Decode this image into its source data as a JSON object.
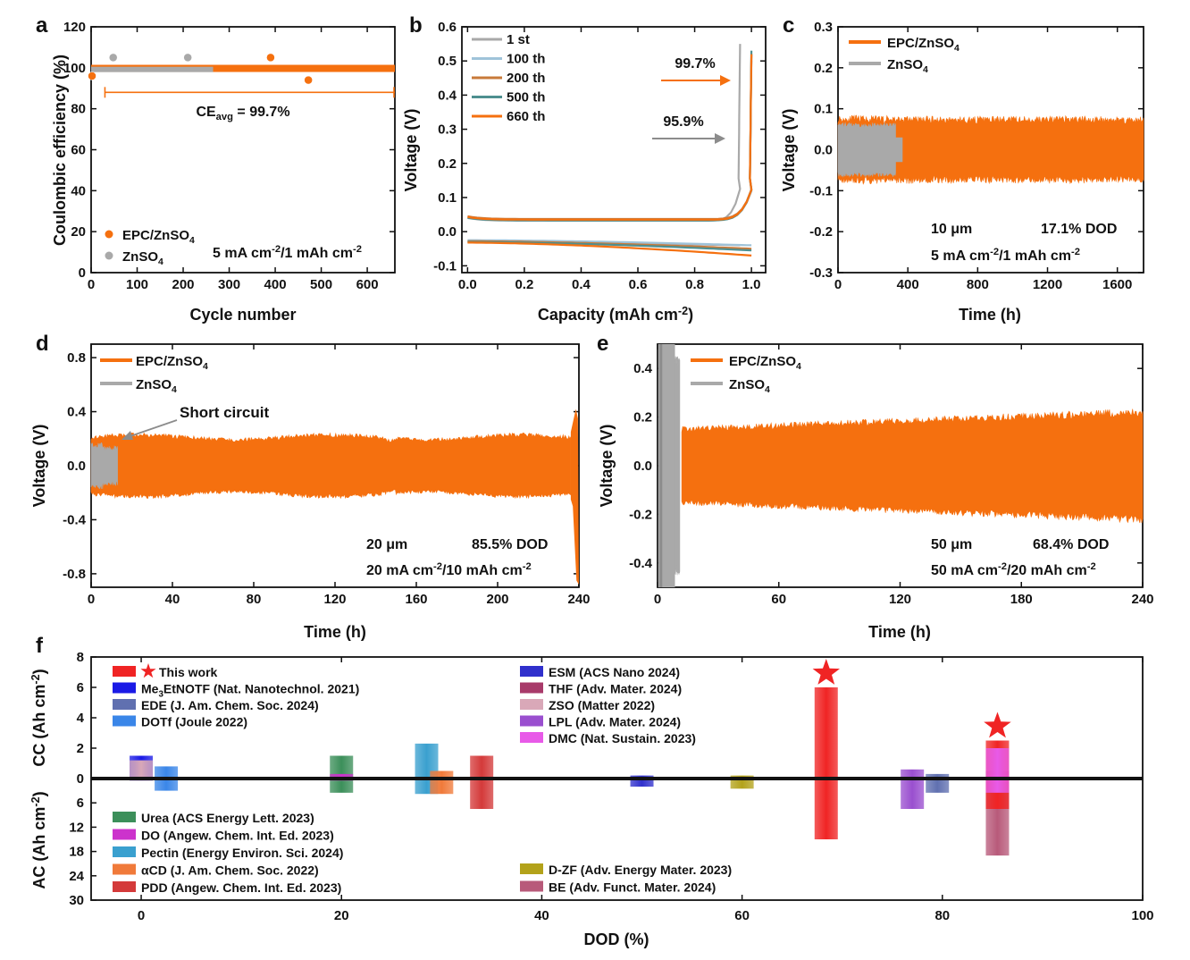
{
  "colors": {
    "orange": "#f5700f",
    "gray": "#a9a9a9",
    "black": "#111111"
  },
  "panel_labels": [
    "a",
    "b",
    "c",
    "d",
    "e",
    "f"
  ],
  "chart_data": [
    {
      "panel": "a",
      "type": "scatter",
      "xlabel": "Cycle number",
      "ylabel": "Coulombic efficiency (%)",
      "xlim": [
        0,
        660
      ],
      "ylim": [
        0,
        120
      ],
      "xticks": [
        0,
        100,
        200,
        300,
        400,
        500,
        600
      ],
      "yticks": [
        0,
        20,
        40,
        60,
        80,
        100,
        120
      ],
      "series": [
        {
          "name": "EPC/ZnSO₄",
          "color": "#f5700f",
          "range": [
            0,
            660
          ],
          "mean": 99.7,
          "outliers": [
            {
              "x": 2,
              "y": 96
            },
            {
              "x": 390,
              "y": 105
            },
            {
              "x": 472,
              "y": 94
            }
          ]
        },
        {
          "name": "ZnSO₄",
          "color": "#a9a9a9",
          "range": [
            0,
            265
          ],
          "mean": 99.2,
          "outliers": [
            {
              "x": 48,
              "y": 105
            },
            {
              "x": 210,
              "y": 105
            }
          ]
        }
      ],
      "annotation_avg": {
        "x1": 30,
        "x2": 660,
        "y": 88,
        "text_pre": "CE",
        "text_sub": "avg",
        "text_post": " = 99.7%"
      },
      "condition": "5 mA cm⁻²/1 mAh cm⁻²"
    },
    {
      "panel": "b",
      "type": "line",
      "xlabel": "Capacity (mAh cm⁻²)",
      "ylabel": "Voltage (V)",
      "xlim": [
        -0.02,
        1.05
      ],
      "ylim": [
        -0.12,
        0.6
      ],
      "xticks": [
        0.0,
        0.2,
        0.4,
        0.6,
        0.8,
        1.0
      ],
      "yticks": [
        -0.1,
        0.0,
        0.1,
        0.2,
        0.3,
        0.4,
        0.5,
        0.6
      ],
      "series": [
        {
          "name": "1 st",
          "color": "#a9a9a9",
          "end_cap": 0.96,
          "plat": 0.032,
          "top": 0.55,
          "bottom": -0.03,
          "bend": -0.04
        },
        {
          "name": "100 th",
          "color": "#9fc3d9",
          "end_cap": 1.0,
          "plat": 0.035,
          "top": 0.5,
          "bottom": -0.025,
          "bend": -0.04
        },
        {
          "name": "200 th",
          "color": "#c87a3a",
          "end_cap": 1.0,
          "plat": 0.037,
          "top": 0.52,
          "bottom": -0.028,
          "bend": -0.05
        },
        {
          "name": "500 th",
          "color": "#4e8f8f",
          "end_cap": 1.0,
          "plat": 0.033,
          "top": 0.53,
          "bottom": -0.03,
          "bend": -0.055
        },
        {
          "name": "660 th",
          "color": "#f5700f",
          "end_cap": 1.0,
          "plat": 0.035,
          "top": 0.52,
          "bottom": -0.032,
          "bend": -0.07
        }
      ],
      "annotations": [
        {
          "text": "99.7%",
          "color": "#f5700f"
        },
        {
          "text": "95.9%",
          "color": "#8c8c8c"
        }
      ]
    },
    {
      "panel": "c",
      "type": "line",
      "xlabel": "Time (h)",
      "ylabel": "Voltage (V)",
      "xlim": [
        0,
        1750
      ],
      "ylim": [
        -0.3,
        0.3
      ],
      "xticks": [
        0,
        400,
        800,
        1200,
        1600
      ],
      "yticks": [
        -0.3,
        -0.2,
        -0.1,
        0.0,
        0.1,
        0.2,
        0.3
      ],
      "series": [
        {
          "name": "EPC/ZnSO₄",
          "color": "#f5700f",
          "t_end": 1750,
          "amp_start": 0.075,
          "amp_end": 0.07
        },
        {
          "name": "ZnSO₄",
          "color": "#a9a9a9",
          "t_end": 330,
          "amp_start": 0.06,
          "amp_end": 0.06
        }
      ],
      "condition_line1_a": "10 μm",
      "condition_line1_b": "17.1% DOD",
      "condition_line2": "5 mA cm⁻²/1 mAh cm⁻²"
    },
    {
      "panel": "d",
      "type": "line",
      "xlabel": "Time (h)",
      "ylabel": "Voltage (V)",
      "xlim": [
        0,
        240
      ],
      "ylim": [
        -0.9,
        0.9
      ],
      "xticks": [
        0,
        40,
        80,
        120,
        160,
        200,
        240
      ],
      "yticks": [
        -0.8,
        -0.4,
        0.0,
        0.4,
        0.8
      ],
      "series": [
        {
          "name": "EPC/ZnSO₄",
          "color": "#f5700f",
          "t_end": 240,
          "amp_start": 0.22,
          "amp_end": 0.22
        },
        {
          "name": "ZnSO₄",
          "color": "#a9a9a9",
          "t_end": 13,
          "amp_start": 0.15,
          "amp_end": 0.15
        }
      ],
      "annotation": "Short circuit",
      "condition_line1_a": "20 μm",
      "condition_line1_b": "85.5% DOD",
      "condition_line2": "20 mA cm⁻²/10 mAh cm⁻²"
    },
    {
      "panel": "e",
      "type": "line",
      "xlabel": "Time (h)",
      "ylabel": "Voltage (V)",
      "xlim": [
        0,
        240
      ],
      "ylim": [
        -0.5,
        0.5
      ],
      "xticks": [
        0,
        60,
        120,
        180,
        240
      ],
      "yticks": [
        -0.4,
        -0.2,
        0.0,
        0.2,
        0.4
      ],
      "series": [
        {
          "name": "EPC/ZnSO₄",
          "color": "#f5700f",
          "t_end": 240,
          "amp_start": 0.15,
          "amp_end": 0.22
        },
        {
          "name": "ZnSO₄",
          "color": "#a9a9a9",
          "t_end": 12,
          "amp_start": 0.45,
          "amp_end": 0.45
        }
      ],
      "condition_line1_a": "50 μm",
      "condition_line1_b": "68.4% DOD",
      "condition_line2": "50 mA cm⁻²/20 mAh cm⁻²"
    },
    {
      "panel": "f",
      "type": "bar",
      "xlabel": "DOD (%)",
      "ylabel_top": "CC (Ah cm⁻²)",
      "ylabel_bottom": "AC (Ah cm⁻²)",
      "xlim": [
        -5,
        100
      ],
      "xticks": [
        0,
        20,
        40,
        60,
        80,
        100
      ],
      "yticks_top": [
        0,
        2,
        4,
        6,
        8
      ],
      "yticks_bottom": [
        6,
        12,
        18,
        24,
        30
      ],
      "bars": [
        {
          "name": "Me₃EtNOTF (Nat. Nanotechnol. 2021)",
          "x": 0,
          "cc": 1.5,
          "ac": 0.5,
          "color": "#1a1ae6"
        },
        {
          "name": "ZSO (Matter 2022)",
          "x": 0,
          "cc": 1.2,
          "ac": 0.5,
          "color": "#d9a8b8"
        },
        {
          "name": "DOTf (Joule 2022)",
          "x": 2.5,
          "cc": 0.8,
          "ac": 3.0,
          "color": "#3a86e8"
        },
        {
          "name": "Urea (ACS Energy Lett. 2023)",
          "x": 20,
          "cc": 1.5,
          "ac": 3.5,
          "color": "#3c8f5a"
        },
        {
          "name": "DO (Angew. Chem. Int. Ed. 2023)",
          "x": 20,
          "cc": 0.3,
          "ac": 0.5,
          "color": "#cc33cc"
        },
        {
          "name": "Pectin (Energy Environ. Sci. 2024)",
          "x": 28.5,
          "cc": 2.3,
          "ac": 3.8,
          "color": "#3aa0cf"
        },
        {
          "name": "αCD (J. Am. Chem. Soc. 2022)",
          "x": 30,
          "cc": 0.5,
          "ac": 3.8,
          "color": "#f07a3a"
        },
        {
          "name": "PDD (Angew. Chem. Int. Ed. 2023)",
          "x": 34,
          "cc": 1.5,
          "ac": 7.5,
          "color": "#d43a3a"
        },
        {
          "name": "ESM (ACS Nano 2024)",
          "x": 50,
          "cc": 0.2,
          "ac": 2.0,
          "color": "#3030cc"
        },
        {
          "name": "D-ZF (Adv. Energy Mater. 2023)",
          "x": 60,
          "cc": 0.2,
          "ac": 2.5,
          "color": "#b3a21a"
        },
        {
          "name": "This work",
          "x": 68.4,
          "cc": 6.0,
          "ac": 15.0,
          "color": "#f02424",
          "star": true
        },
        {
          "name": "LPL (Adv. Mater. 2024)",
          "x": 77,
          "cc": 0.6,
          "ac": 7.5,
          "color": "#9a4fcf"
        },
        {
          "name": "EDE (J. Am. Chem. Soc. 2024)",
          "x": 79.5,
          "cc": 0.3,
          "ac": 3.5,
          "color": "#6070b0"
        },
        {
          "name": "BE (Adv. Funct. Mater. 2024)",
          "x": 85.5,
          "cc": 0.5,
          "ac": 19.0,
          "color": "#b85a7a"
        },
        {
          "name": "This work",
          "x": 85.5,
          "cc": 2.5,
          "ac": 7.5,
          "color": "#f02424",
          "star": true
        },
        {
          "name": "DMC (Nat. Sustain. 2023)",
          "x": 85.5,
          "cc": 2.0,
          "ac": 3.5,
          "color": "#e85ae8"
        }
      ],
      "legend_top_left": [
        {
          "label": "This work",
          "color": "#f02424",
          "star": true
        },
        {
          "label": "Me₃EtNOTF (Nat. Nanotechnol. 2021)",
          "color": "#1a1ae6"
        },
        {
          "label": "EDE (J. Am. Chem. Soc. 2024)",
          "color": "#6070b0"
        },
        {
          "label": "DOTf (Joule 2022)",
          "color": "#3a86e8"
        }
      ],
      "legend_top_right": [
        {
          "label": "ESM (ACS Nano 2024)",
          "color": "#3030cc"
        },
        {
          "label": "THF (Adv. Mater. 2024)",
          "color": "#a83a6a"
        },
        {
          "label": "ZSO (Matter 2022)",
          "color": "#d9a8b8"
        },
        {
          "label": "LPL (Adv. Mater. 2024)",
          "color": "#9a4fcf"
        },
        {
          "label": "DMC (Nat. Sustain. 2023)",
          "color": "#e85ae8"
        }
      ],
      "legend_bottom_left": [
        {
          "label": "Urea (ACS Energy Lett. 2023)",
          "color": "#3c8f5a"
        },
        {
          "label": "DO (Angew. Chem. Int. Ed. 2023)",
          "color": "#cc33cc"
        },
        {
          "label": "Pectin (Energy Environ. Sci. 2024)",
          "color": "#3aa0cf"
        },
        {
          "label": "αCD (J. Am. Chem. Soc. 2022)",
          "color": "#f07a3a"
        },
        {
          "label": "PDD (Angew. Chem. Int. Ed. 2023)",
          "color": "#d43a3a"
        }
      ],
      "legend_bottom_right": [
        {
          "label": "D-ZF (Adv. Energy Mater. 2023)",
          "color": "#b3a21a"
        },
        {
          "label": "BE (Adv. Funct. Mater. 2024)",
          "color": "#b85a7a"
        }
      ]
    }
  ]
}
